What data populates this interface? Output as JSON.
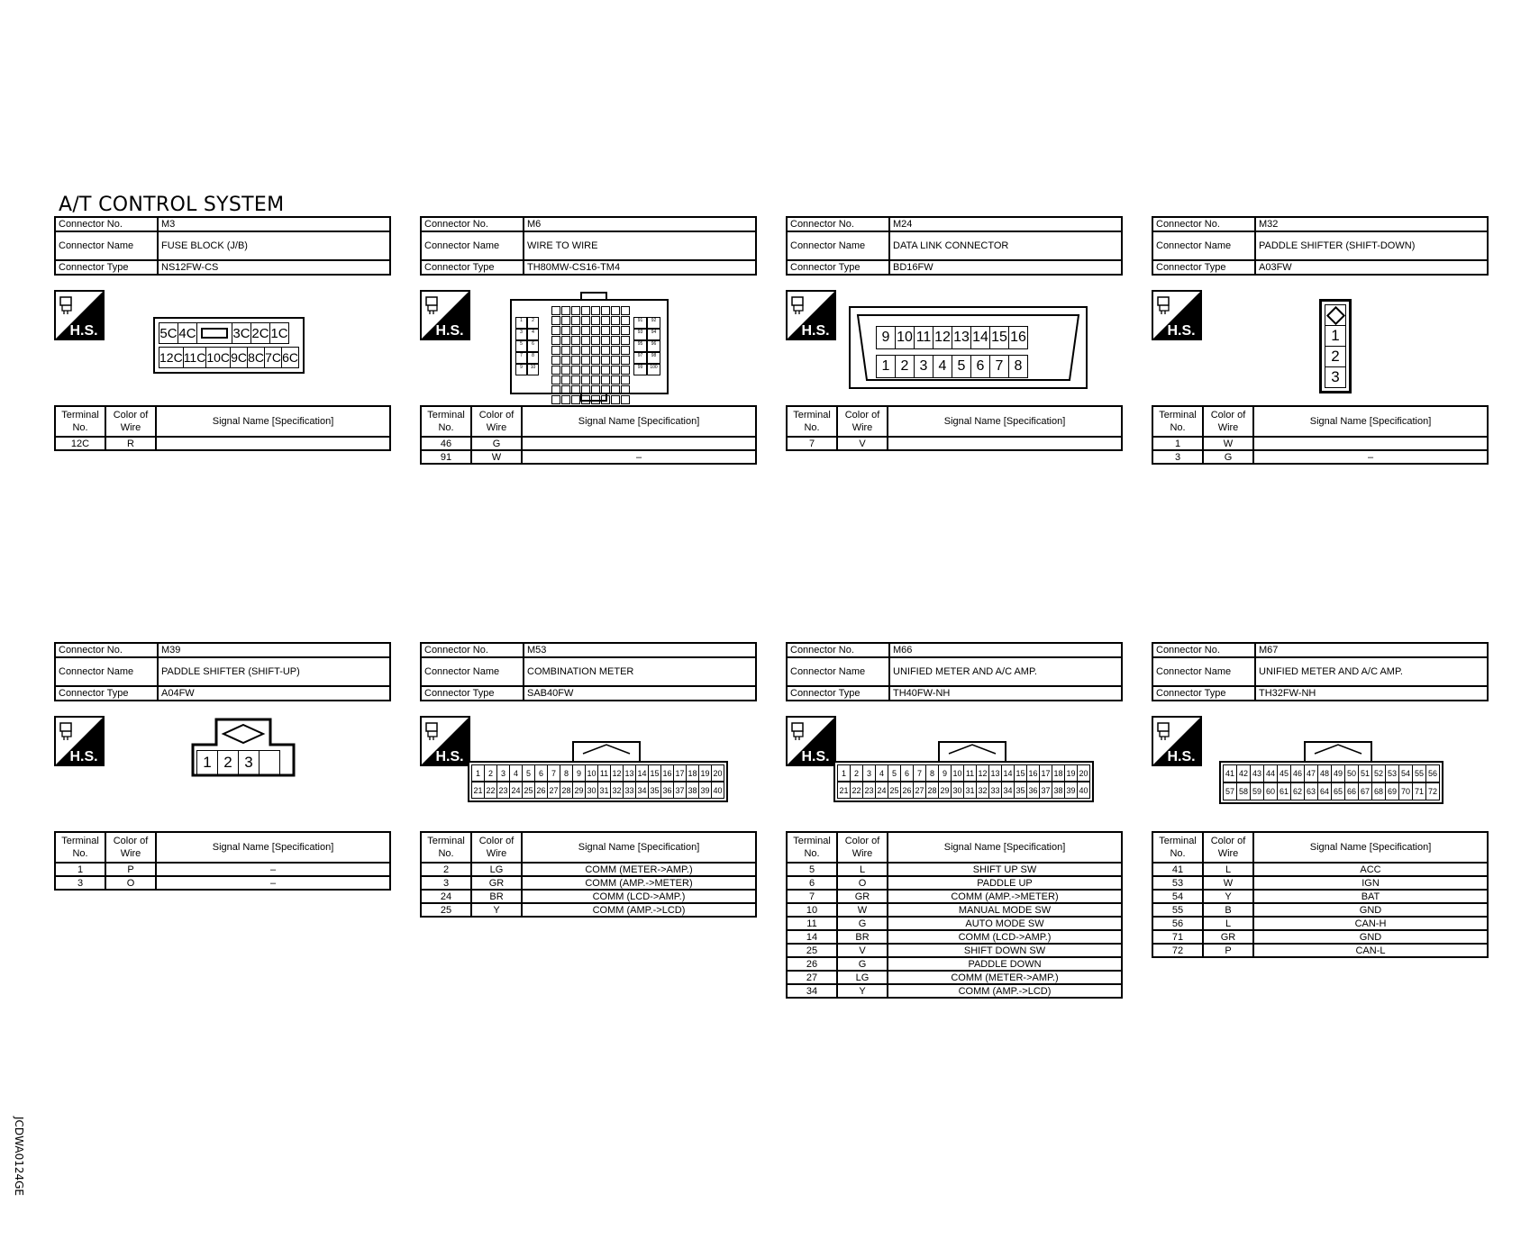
{
  "page": {
    "title": "A/T CONTROL SYSTEM",
    "side_id": "JCDWA0124GE"
  },
  "labels": {
    "connector_no": "Connector No.",
    "connector_name": "Connector Name",
    "connector_type": "Connector Type",
    "terminal_no": "Terminal No.",
    "color_of_wire": "Color of Wire",
    "signal_name": "Signal Name [Specification]",
    "hs": "H.S."
  },
  "connectors": [
    {
      "no": "M3",
      "name": "FUSE BLOCK (J/B)",
      "type": "NS12FW-CS",
      "pins_top": [
        "5C",
        "4C",
        "",
        "3C",
        "2C",
        "1C"
      ],
      "pins_bottom": [
        "12C",
        "11C",
        "10C",
        "9C",
        "8C",
        "7C",
        "6C"
      ],
      "terminals": [
        {
          "no": "12C",
          "color": "R",
          "signal": ""
        }
      ]
    },
    {
      "no": "M6",
      "name": "WIRE TO WIRE",
      "type": "TH80MW-CS16-TM4",
      "pins_left": [
        "1",
        "2",
        "3",
        "4",
        "5",
        "6",
        "7",
        "8",
        "9",
        "10"
      ],
      "pins_right": [
        "91",
        "92",
        "93",
        "94",
        "95",
        "96",
        "97",
        "98",
        "99",
        "100"
      ],
      "terminals": [
        {
          "no": "46",
          "color": "G",
          "signal": ""
        },
        {
          "no": "91",
          "color": "W",
          "signal": "–"
        }
      ]
    },
    {
      "no": "M24",
      "name": "DATA LINK CONNECTOR",
      "type": "BD16FW",
      "pins_top": [
        "9",
        "10",
        "11",
        "12",
        "13",
        "14",
        "15",
        "16"
      ],
      "pins_bottom": [
        "1",
        "2",
        "3",
        "4",
        "5",
        "6",
        "7",
        "8"
      ],
      "terminals": [
        {
          "no": "7",
          "color": "V",
          "signal": ""
        }
      ]
    },
    {
      "no": "M32",
      "name": "PADDLE SHIFTER (SHIFT-DOWN)",
      "type": "A03FW",
      "pins": [
        "1",
        "2",
        "3"
      ],
      "terminals": [
        {
          "no": "1",
          "color": "W",
          "signal": ""
        },
        {
          "no": "3",
          "color": "G",
          "signal": "–"
        }
      ]
    },
    {
      "no": "M39",
      "name": "PADDLE SHIFTER (SHIFT-UP)",
      "type": "A04FW",
      "pins": [
        "1",
        "2",
        "3",
        ""
      ],
      "terminals": [
        {
          "no": "1",
          "color": "P",
          "signal": "–"
        },
        {
          "no": "3",
          "color": "O",
          "signal": "–"
        }
      ]
    },
    {
      "no": "M53",
      "name": "COMBINATION METER",
      "type": "SAB40FW",
      "pins_top": [
        "1",
        "2",
        "3",
        "4",
        "5",
        "6",
        "7",
        "8",
        "9",
        "10",
        "11",
        "12",
        "13",
        "14",
        "15",
        "16",
        "17",
        "18",
        "19",
        "20"
      ],
      "pins_bottom": [
        "21",
        "22",
        "23",
        "24",
        "25",
        "26",
        "27",
        "28",
        "29",
        "30",
        "31",
        "32",
        "33",
        "34",
        "35",
        "36",
        "37",
        "38",
        "39",
        "40"
      ],
      "terminals": [
        {
          "no": "2",
          "color": "LG",
          "signal": "COMM (METER->AMP.)"
        },
        {
          "no": "3",
          "color": "GR",
          "signal": "COMM (AMP.->METER)"
        },
        {
          "no": "24",
          "color": "BR",
          "signal": "COMM (LCD->AMP.)"
        },
        {
          "no": "25",
          "color": "Y",
          "signal": "COMM (AMP.->LCD)"
        }
      ]
    },
    {
      "no": "M66",
      "name": "UNIFIED METER AND A/C AMP.",
      "type": "TH40FW-NH",
      "pins_top": [
        "1",
        "2",
        "3",
        "4",
        "5",
        "6",
        "7",
        "8",
        "9",
        "10",
        "11",
        "12",
        "13",
        "14",
        "15",
        "16",
        "17",
        "18",
        "19",
        "20"
      ],
      "pins_bottom": [
        "21",
        "22",
        "23",
        "24",
        "25",
        "26",
        "27",
        "28",
        "29",
        "30",
        "31",
        "32",
        "33",
        "34",
        "35",
        "36",
        "37",
        "38",
        "39",
        "40"
      ],
      "terminals": [
        {
          "no": "5",
          "color": "L",
          "signal": "SHIFT UP SW"
        },
        {
          "no": "6",
          "color": "O",
          "signal": "PADDLE UP"
        },
        {
          "no": "7",
          "color": "GR",
          "signal": "COMM (AMP.->METER)"
        },
        {
          "no": "10",
          "color": "W",
          "signal": "MANUAL MODE SW"
        },
        {
          "no": "11",
          "color": "G",
          "signal": "AUTO MODE SW"
        },
        {
          "no": "14",
          "color": "BR",
          "signal": "COMM (LCD->AMP.)"
        },
        {
          "no": "25",
          "color": "V",
          "signal": "SHIFT DOWN SW"
        },
        {
          "no": "26",
          "color": "G",
          "signal": "PADDLE DOWN"
        },
        {
          "no": "27",
          "color": "LG",
          "signal": "COMM (METER->AMP.)"
        },
        {
          "no": "34",
          "color": "Y",
          "signal": "COMM (AMP.->LCD)"
        }
      ]
    },
    {
      "no": "M67",
      "name": "UNIFIED METER AND A/C AMP.",
      "type": "TH32FW-NH",
      "pins_top": [
        "41",
        "42",
        "43",
        "44",
        "45",
        "46",
        "47",
        "48",
        "49",
        "50",
        "51",
        "52",
        "53",
        "54",
        "55",
        "56"
      ],
      "pins_bottom": [
        "57",
        "58",
        "59",
        "60",
        "61",
        "62",
        "63",
        "64",
        "65",
        "66",
        "67",
        "68",
        "69",
        "70",
        "71",
        "72"
      ],
      "terminals": [
        {
          "no": "41",
          "color": "L",
          "signal": "ACC"
        },
        {
          "no": "53",
          "color": "W",
          "signal": "IGN"
        },
        {
          "no": "54",
          "color": "Y",
          "signal": "BAT"
        },
        {
          "no": "55",
          "color": "B",
          "signal": "GND"
        },
        {
          "no": "56",
          "color": "L",
          "signal": "CAN-H"
        },
        {
          "no": "71",
          "color": "GR",
          "signal": "GND"
        },
        {
          "no": "72",
          "color": "P",
          "signal": "CAN-L"
        }
      ]
    }
  ]
}
